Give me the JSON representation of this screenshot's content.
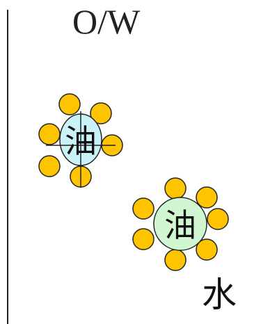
{
  "title": "O/W",
  "water_label": "水",
  "droplets": [
    {
      "label": "油",
      "oil_color": "#c9f3f8",
      "surfactant_color": "#ffc400",
      "has_crosshair": true
    },
    {
      "label": "油",
      "oil_color": "#d0f7cf",
      "surfactant_color": "#ffc400",
      "has_crosshair": false
    }
  ],
  "colors": {
    "outline": "#222222",
    "surfactant_fill": "#ffc400",
    "text": "#111111"
  }
}
